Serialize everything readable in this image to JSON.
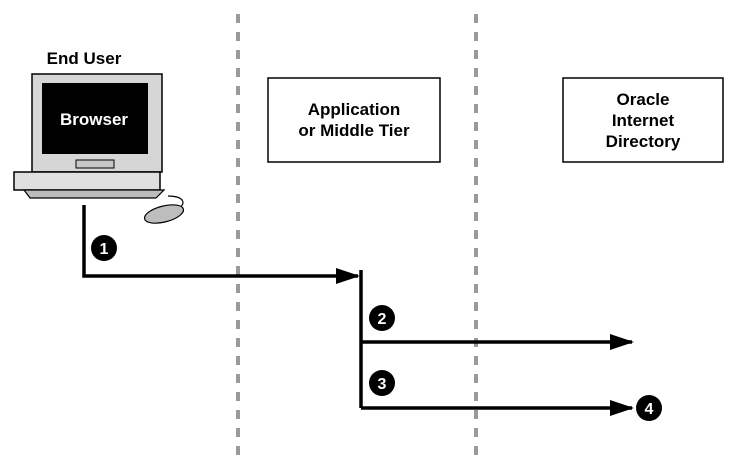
{
  "end_user": {
    "heading": "End User",
    "screen_label": "Browser"
  },
  "tiers": {
    "app_line1": "Application",
    "app_line2": "or Middle Tier",
    "oid_line1": "Oracle",
    "oid_line2": "Internet",
    "oid_line3": "Directory"
  },
  "steps": {
    "s1": "1",
    "s2": "2",
    "s3": "3",
    "s4": "4"
  }
}
